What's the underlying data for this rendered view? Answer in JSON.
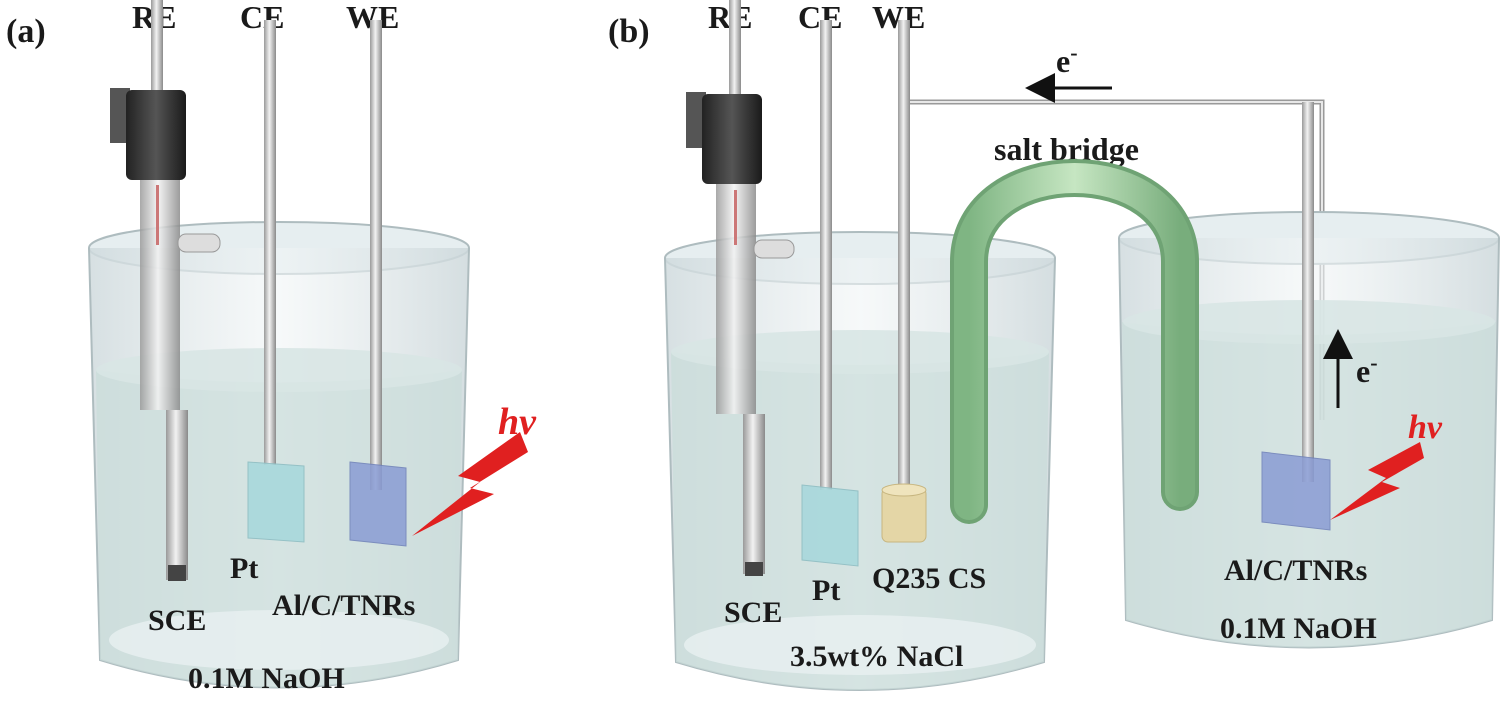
{
  "panel_a": {
    "tag": "(a)",
    "electrodes": {
      "re": "RE",
      "ce": "CE",
      "we": "WE"
    },
    "labels": {
      "sce": "SCE",
      "pt": "Pt",
      "sample": "Al/C/TNRs",
      "electrolyte": "0.1M NaOH",
      "light": "hv"
    }
  },
  "panel_b": {
    "tag": "(b)",
    "electrodes": {
      "re": "RE",
      "ce": "CE",
      "we": "WE"
    },
    "electron_top": "e",
    "electron_side": "e",
    "electron_sign": "-",
    "salt_bridge": "salt bridge",
    "left_cell": {
      "sce": "SCE",
      "pt": "Pt",
      "steel": "Q235 CS",
      "electrolyte": "3.5wt% NaCl"
    },
    "right_cell": {
      "sample": "Al/C/TNRs",
      "electrolyte": "0.1M NaOH",
      "light": "hv"
    }
  },
  "colors": {
    "beaker_glass": "#dfe8ea",
    "solution": "#c9dcd9",
    "pt_plate": "#a8d8dc",
    "sample_plate": "#8a9cd4",
    "steel_sample": "#e4d6a6",
    "salt_bridge": "#9fcf9f",
    "light_bolt": "#e02020"
  }
}
